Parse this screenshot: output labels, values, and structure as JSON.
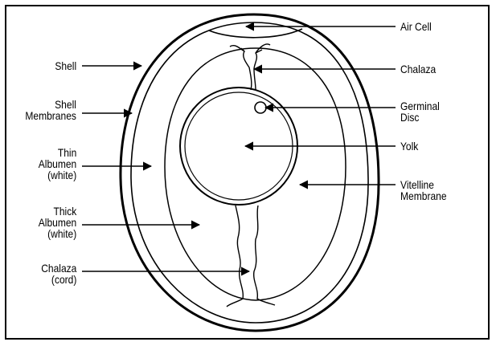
{
  "labels_left": {
    "shell": "Shell",
    "shell_membranes": [
      "Shell",
      "Membranes"
    ],
    "thin_albumen": [
      "Thin",
      "Albumen",
      "(white)"
    ],
    "thick_albumen": [
      "Thick",
      "Albumen",
      "(white)"
    ],
    "chalaza_cord": [
      "Chalaza",
      "(cord)"
    ]
  },
  "labels_right": {
    "air_cell": "Air Cell",
    "chalaza": "Chalaza",
    "germinal_disc": [
      "Germinal",
      "Disc"
    ],
    "yolk": "Yolk",
    "vitelline_membrane": [
      "Vitelline",
      "Membrane"
    ]
  }
}
